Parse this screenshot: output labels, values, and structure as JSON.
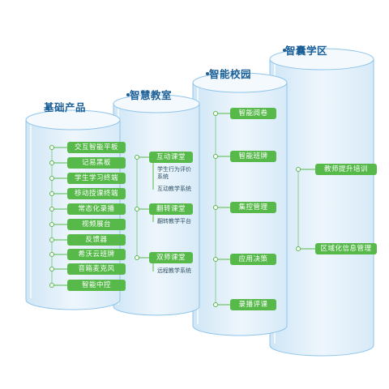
{
  "colors": {
    "pill_green": "#56b94a",
    "title_blue": "#1b5f96",
    "cylinder_fill": "#e3f0fa",
    "cylinder_edge": "#8fc4ea",
    "connector_green": "#56b94a"
  },
  "layers": [
    {
      "title": "基础产品",
      "items": [
        {
          "label": "交互智能平板",
          "subs": []
        },
        {
          "label": "记易黑板",
          "subs": []
        },
        {
          "label": "学生学习终端",
          "subs": []
        },
        {
          "label": "移动授课终端",
          "subs": []
        },
        {
          "label": "常态化录播",
          "subs": []
        },
        {
          "label": "视频展台",
          "subs": []
        },
        {
          "label": "反馈器",
          "subs": []
        },
        {
          "label": "希沃云班牌",
          "subs": []
        },
        {
          "label": "音箱麦克风",
          "subs": []
        },
        {
          "label": "智能中控",
          "subs": []
        }
      ]
    },
    {
      "title": "智慧教室",
      "items": [
        {
          "label": "互动课堂",
          "subs": [
            "学生行为评价",
            "系统",
            "互动教学系统"
          ]
        },
        {
          "label": "翻转课堂",
          "subs": [
            "翻转教学平台"
          ]
        },
        {
          "label": "双师课堂",
          "subs": [
            "远程教学系统"
          ]
        }
      ]
    },
    {
      "title": "智能校园",
      "items": [
        {
          "label": "智能阅卷",
          "subs": []
        },
        {
          "label": "智能班牌",
          "subs": []
        },
        {
          "label": "集控管理",
          "subs": []
        },
        {
          "label": "应用决策",
          "subs": []
        },
        {
          "label": "录播评课",
          "subs": []
        }
      ]
    },
    {
      "title": "智囊学区",
      "items": [
        {
          "label": "教师提升培训",
          "subs": []
        },
        {
          "label": "区域化信息管理",
          "subs": []
        }
      ]
    }
  ]
}
